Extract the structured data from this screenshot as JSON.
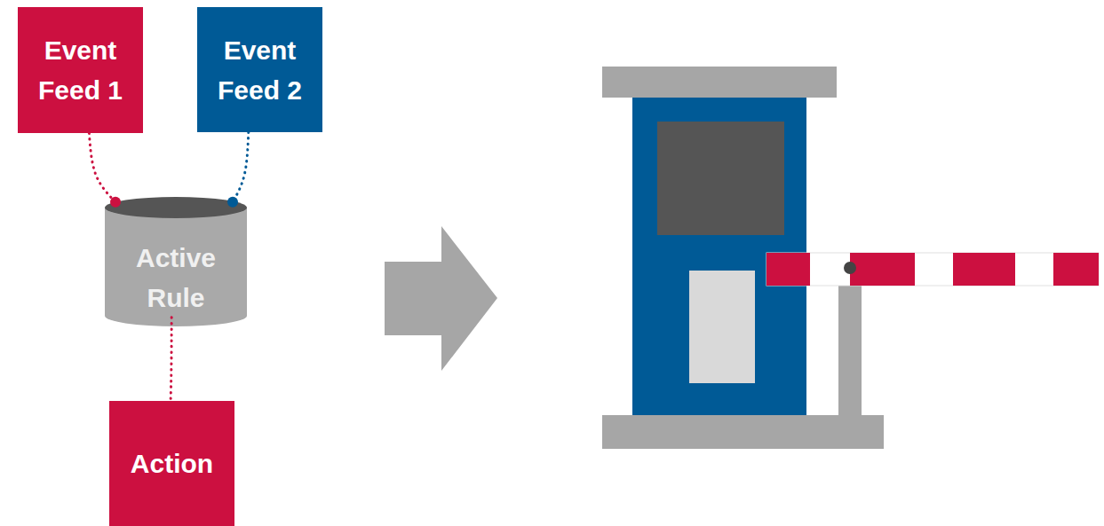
{
  "diagram": {
    "nodes": [
      {
        "text": [
          "Event Feed 1"
        ]
      },
      {
        "text": [
          "Event Feed 2"
        ]
      },
      {
        "text": [
          "Active Rule"
        ]
      },
      {
        "text": [
          "Action"
        ]
      }
    ],
    "edges": [
      {
        "from": 0,
        "to": 2,
        "arrow": "none"
      },
      {
        "from": 1,
        "to": 2,
        "arrow": "none"
      },
      {
        "from": 2,
        "to": 3,
        "arrow": "none"
      }
    ]
  }
}
